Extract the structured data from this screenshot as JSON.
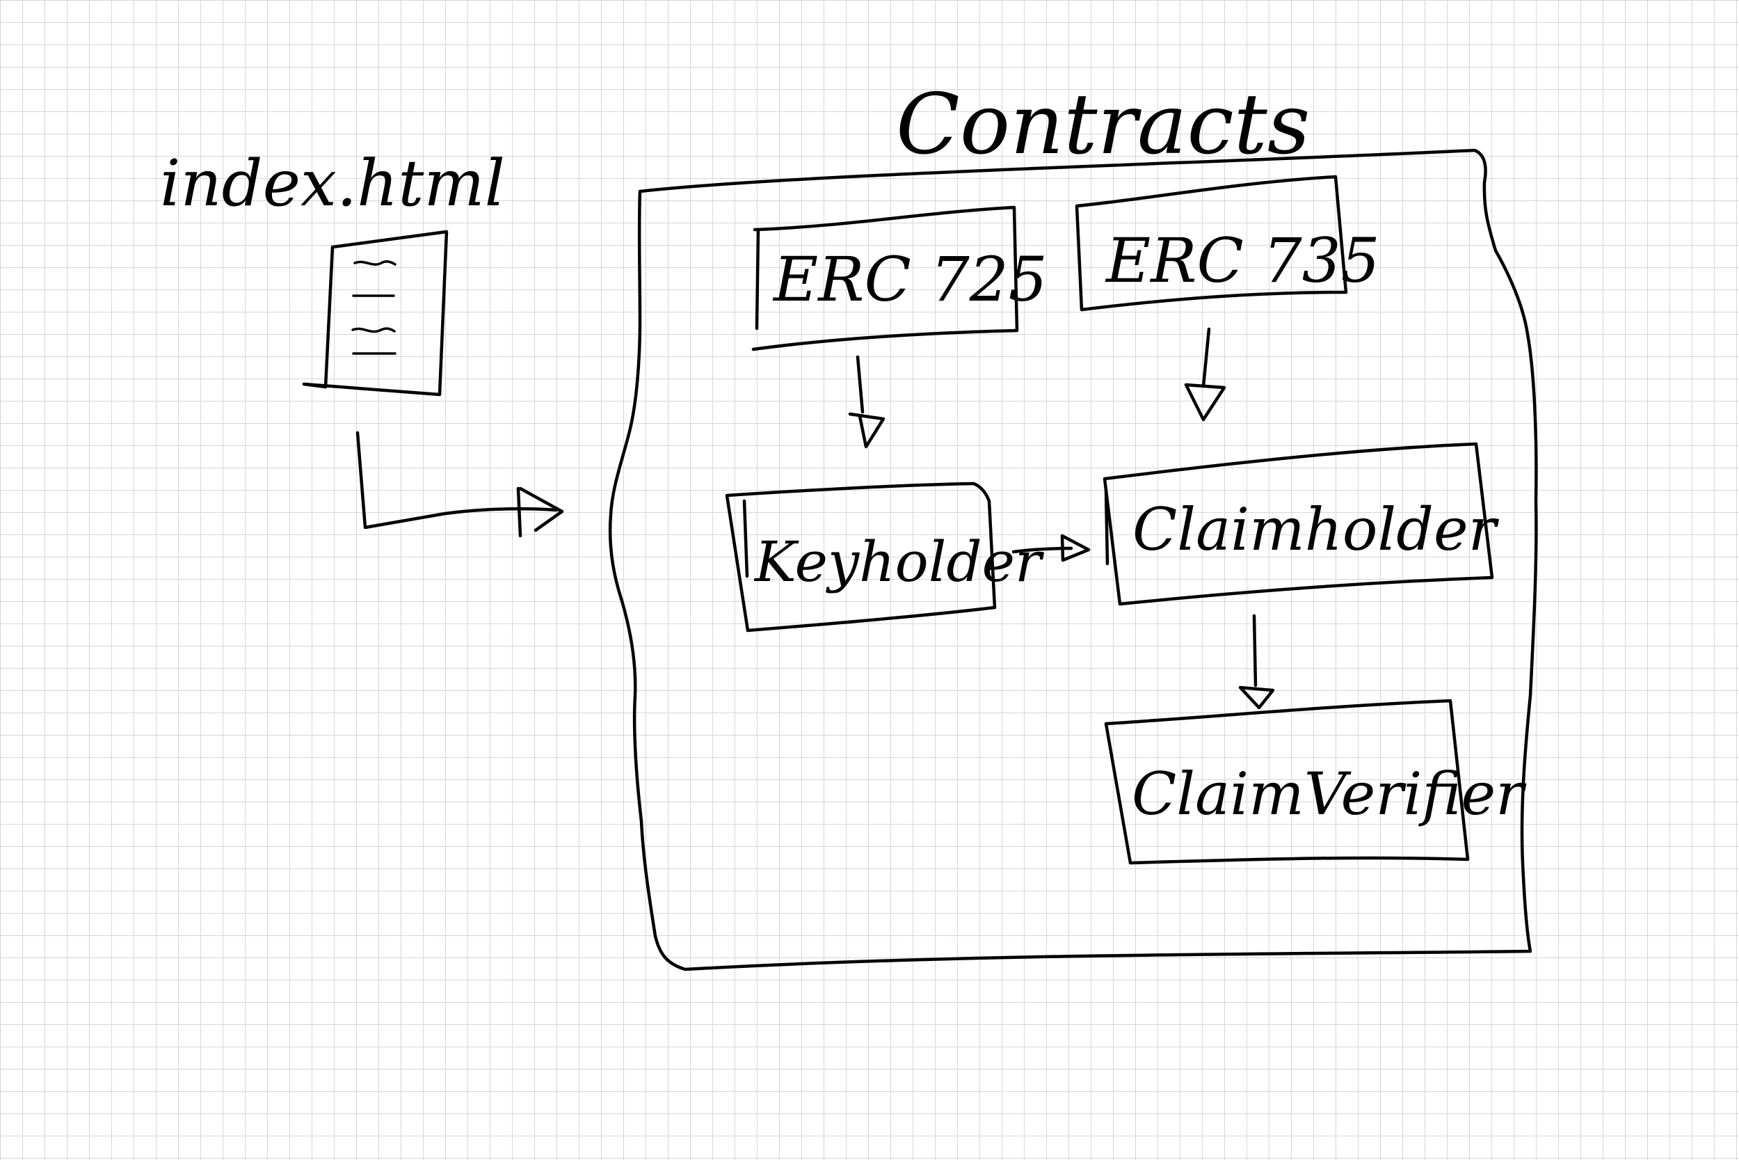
{
  "diagram": {
    "file_label": "index.html",
    "container_label": "Contracts",
    "nodes": {
      "erc725": "ERC 725",
      "erc735": "ERC 735",
      "keyholder": "Keyholder",
      "claimholder": "Claimholder",
      "claimverifier": "ClaimVerifier"
    },
    "edges": [
      {
        "from": "index.html",
        "to": "Contracts"
      },
      {
        "from": "ERC 725",
        "to": "Keyholder"
      },
      {
        "from": "ERC 735",
        "to": "Claimholder"
      },
      {
        "from": "Keyholder",
        "to": "Claimholder"
      },
      {
        "from": "Claimholder",
        "to": "ClaimVerifier"
      }
    ]
  }
}
